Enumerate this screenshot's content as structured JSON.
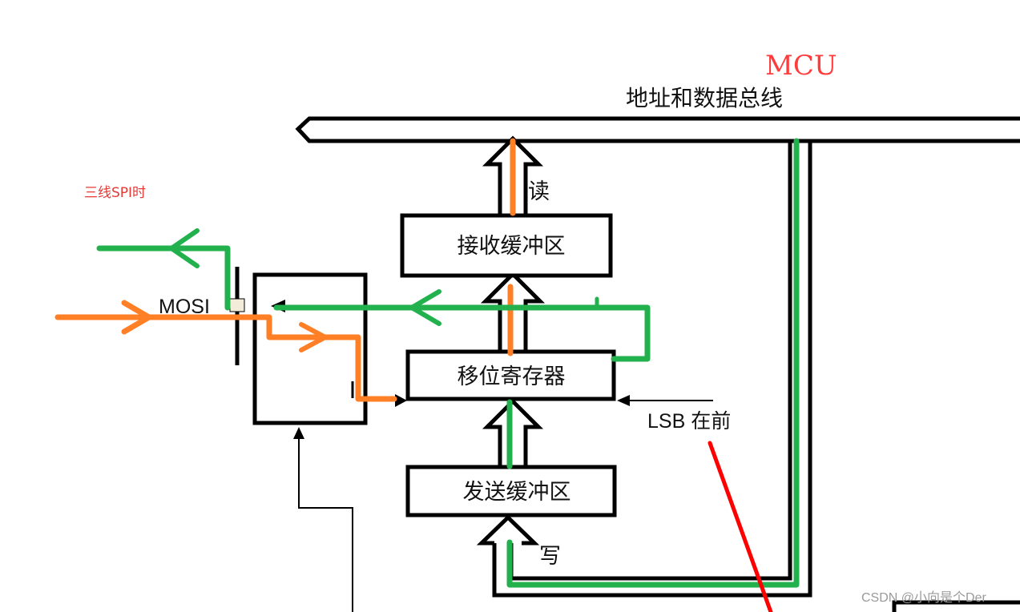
{
  "labels": {
    "mcu": "MCU",
    "bus": "地址和数据总线",
    "three_wire_spi": "三线SPI时",
    "read": "读",
    "write": "写",
    "rx_buffer": "接收缓冲区",
    "shift_register": "移位寄存器",
    "tx_buffer": "发送缓冲区",
    "mosi": "MOSI",
    "lsb_first": "LSB 在前",
    "watermark": "CSDN @小向是个Der"
  },
  "colors": {
    "outline": "#000000",
    "green_path": "#22b14c",
    "orange_path": "#ff7f27",
    "red_annotation": "#ff0000",
    "mcu_label": "#ff3b3b",
    "spi_note": "#e53935",
    "watermark": "#9a9a9a"
  }
}
